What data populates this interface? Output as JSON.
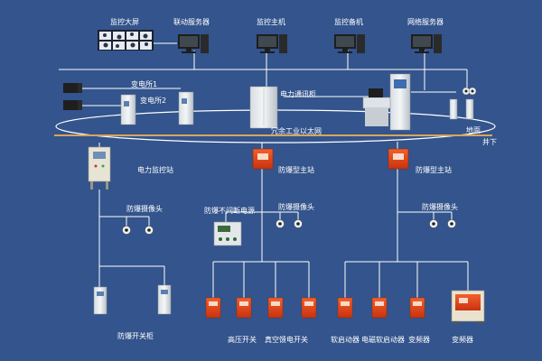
{
  "top_row": {
    "video_wall": "监控大屏",
    "linkage_server": "联动服务器",
    "monitor_host": "监控主机",
    "monitor_pc": "监控备机",
    "network_server": "网络服务器"
  },
  "surface": {
    "substation1": "变电所1",
    "substation2": "变电所2",
    "comm_cabinet": "电力通讯柜",
    "ring_network": "冗余工业以太网",
    "ground_label": "地面",
    "underground_label": "井下"
  },
  "underground": {
    "power_station": "电力监控站",
    "ex_substation_1": "防爆型主站",
    "ex_substation_2": "防爆型主站",
    "ups": "防爆不间断电源",
    "camera_1": "防爆摄像头",
    "camera_2": "防爆摄像头",
    "camera_3": "防爆摄像头",
    "switch_cabinet": "防爆开关柜"
  },
  "devices": {
    "hv_switch": "高压开关",
    "vacuum_switch": "真空馈电开关",
    "soft_starter": "软启动器",
    "magnetic_starter": "电磁软启动器",
    "inverter_1": "变频器",
    "inverter_2": "变频器"
  },
  "colors": {
    "background": "#33548c",
    "line": "#ffffff",
    "ring": "#ffffff",
    "ground_line": "#d9a45a",
    "explosion_red": "#e8431c"
  }
}
